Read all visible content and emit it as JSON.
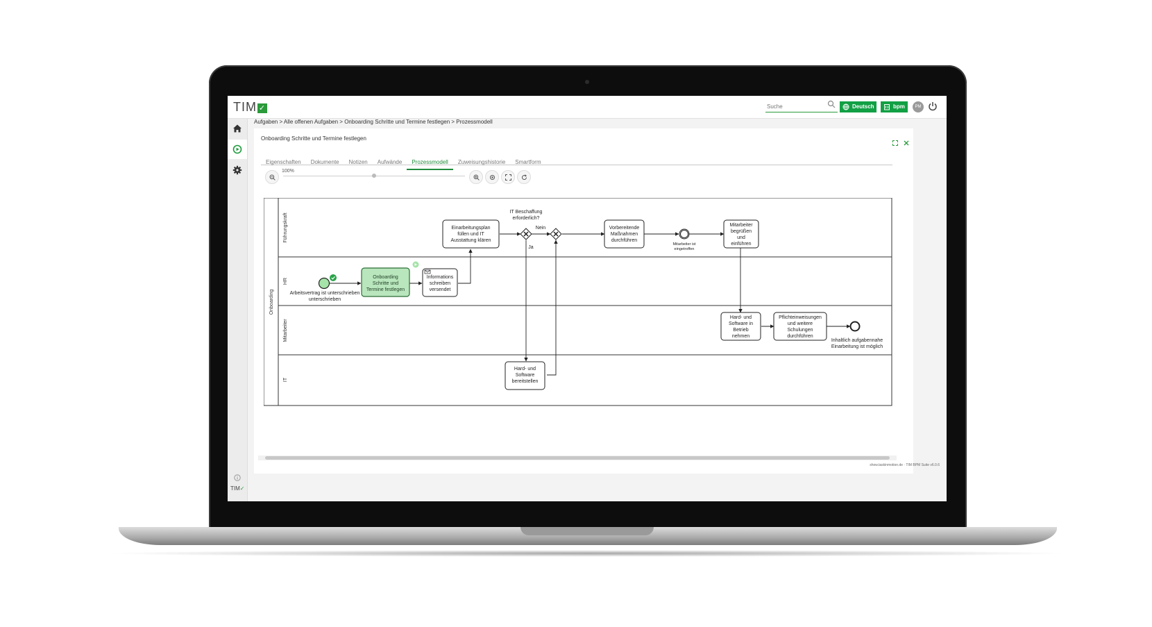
{
  "topbar": {
    "logo": "TIM",
    "search_placeholder": "Suche",
    "lang_button": "Deutsch",
    "bpm_button": "bpm",
    "avatar": "PM"
  },
  "sidebar": {
    "items": [
      {
        "icon": "home-icon"
      },
      {
        "icon": "play-circle-icon",
        "active": true
      },
      {
        "icon": "gear-icon"
      }
    ],
    "bottom_logo": "TIM"
  },
  "breadcrumb": "Aufgaben > Alle offenen Aufgaben > Onboarding Schritte und Termine festlegen > Prozessmodell",
  "panel": {
    "title": "Onboarding Schritte und Termine festlegen",
    "tabs": [
      "Eigenschaften",
      "Dokumente",
      "Notizen",
      "Aufwände",
      "Prozessmodell",
      "Zuweisungshistorie",
      "Smartform"
    ],
    "active_tab": "Prozessmodell"
  },
  "zoom": {
    "percent": "100%",
    "level": 0.5
  },
  "diagram": {
    "pool": "Onboarding",
    "lanes": [
      "Führungskraft",
      "HR",
      "Mitarbeiter",
      "IT"
    ],
    "start_event": "Arbeitsvertrag ist unterschrieben",
    "tasks": {
      "onboarding": [
        "Onboarding",
        "Schritte und",
        "Termine festlegen"
      ],
      "informationen": [
        "Informations",
        "schreiben",
        "versendet"
      ],
      "einarbeitungsplan": [
        "Einarbeitungsplan",
        "füllen und IT",
        "Ausstattung klären"
      ],
      "vorbereitende": [
        "Vorbereitende",
        "Maßnahmen",
        "durchführen"
      ],
      "begruessen": [
        "Mitarbeiter",
        "begrüßen",
        "und",
        "einführen"
      ],
      "hard_software_betrieb": [
        "Hard- und",
        "Software in",
        "Betrieb",
        "nehmen"
      ],
      "pflicht": [
        "Pflichteinweisungen",
        "und weitere",
        "Schulungen",
        "durchführen"
      ],
      "bereitstellen": [
        "Hard- und",
        "Software",
        "bereitstellen"
      ]
    },
    "gateway_question": [
      "IT Beschaffung",
      "erforderlich?"
    ],
    "gateway_no": "Nein",
    "gateway_yes": "Ja",
    "intermediate_event": [
      "Mitarbeiter ist",
      "eingetroffen"
    ],
    "end_event": [
      "Inhaltlich aufgabennahe",
      "Einarbeitung ist möglich"
    ]
  },
  "footer": "show.taskinmotion.de · TIM BPM Suite v6.0.6"
}
